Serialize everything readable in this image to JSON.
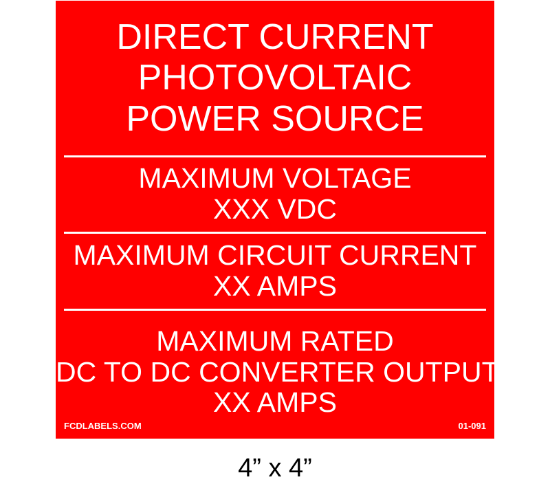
{
  "sign": {
    "background_color": "#ff0000",
    "text_color": "#ffffff",
    "title_lines": [
      "DIRECT CURRENT",
      "PHOTOVOLTAIC",
      "POWER SOURCE"
    ],
    "sections": [
      {
        "lines": [
          "MAXIMUM VOLTAGE",
          "XXX VDC"
        ]
      },
      {
        "lines": [
          "MAXIMUM CIRCUIT CURRENT",
          "XX AMPS"
        ]
      },
      {
        "lines": [
          "MAXIMUM RATED",
          "DC TO DC CONVERTER OUTPUT",
          "XX AMPS"
        ]
      }
    ],
    "footer": {
      "website": "FCDLABELS.COM",
      "part_number": "01-091"
    }
  },
  "size_label": "4” x 4”"
}
